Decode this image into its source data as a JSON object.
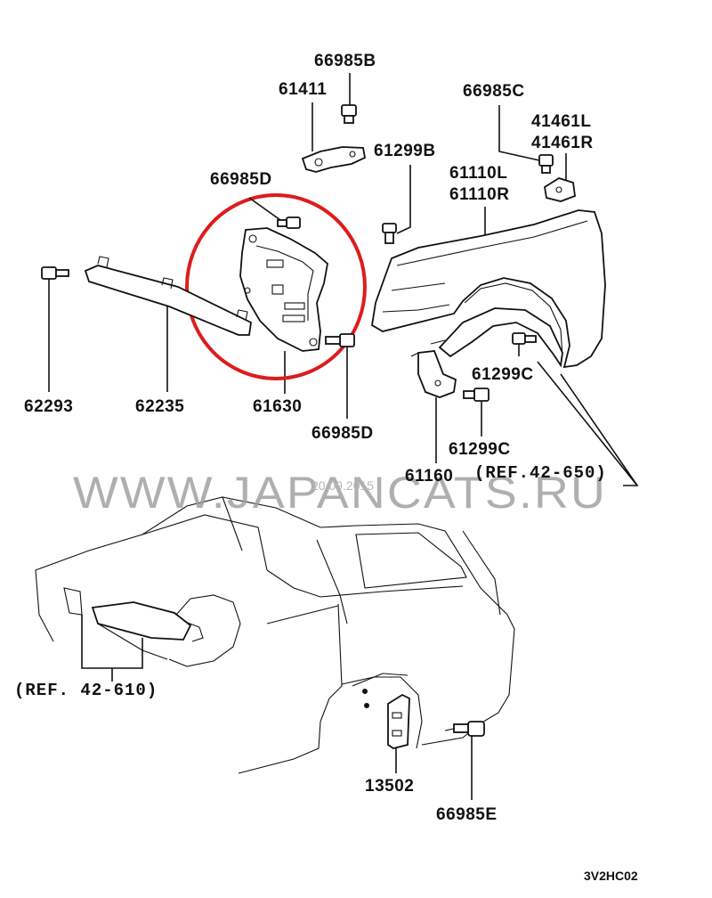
{
  "parts": {
    "p66985B": "66985B",
    "p61411": "61411",
    "p66985C": "66985C",
    "p41461L": "41461L",
    "p41461R": "41461R",
    "p61299B": "61299B",
    "p61110L": "61110L",
    "p61110R": "61110R",
    "p66985D_top": "66985D",
    "p66985D_bottom": "66985D",
    "p62293": "62293",
    "p62235": "62235",
    "p61630": "61630",
    "p61299C_upper": "61299C",
    "p61299C_lower": "61299C",
    "p61160": "61160",
    "p13502": "13502",
    "p66985E": "66985E"
  },
  "references": {
    "ref_42_650": "(REF.42-650)",
    "ref_42_610": "(REF. 42-610)"
  },
  "watermark": {
    "site": "WWW.JAPANCATS.RU",
    "date": "20.09.2015"
  },
  "diagram_code": "3V2HC02",
  "highlight_color": "#dd1c1c"
}
